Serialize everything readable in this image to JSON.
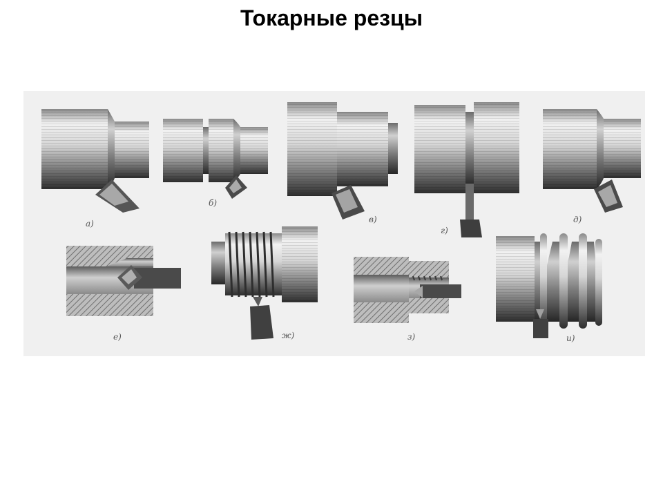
{
  "title": "Токарные резцы",
  "figure": {
    "labels": [
      "а)",
      "б)",
      "в)",
      "г)",
      "д)",
      "е)",
      "ж)",
      "з)",
      "и)"
    ],
    "colors": {
      "background": "#f0f0f0",
      "metal_light": "#e8e8e8",
      "metal_mid": "#9a9a9a",
      "metal_dark": "#3c3c3c",
      "hatch": "#7a7a7a",
      "tool": "#505050"
    }
  }
}
